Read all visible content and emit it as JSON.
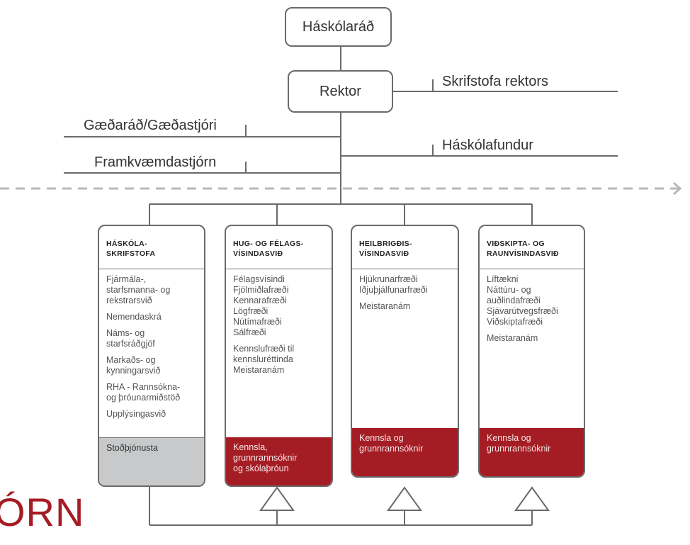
{
  "top": {
    "board": "Háskólaráð",
    "rector": "Rektor"
  },
  "side_right": [
    {
      "label": "Skrifstofa rektors"
    },
    {
      "label": "Háskólafundur"
    }
  ],
  "side_left": [
    {
      "label": "Gæðaráð/Gæðastjóri"
    },
    {
      "label": "Framkvæmdastjórn"
    }
  ],
  "units": [
    {
      "title": "HÁSKÓLA-\nSKRIFSTOFA",
      "groups": [
        "Fjármála-,\nstarfsmanna- og\nrekstrarsvið",
        "Nemendaskrá",
        "Náms- og\nstarfsráðgjöf",
        "Markaðs- og\nkynningarsvið",
        "RHA - Rannsókna-\nog þróunarmiðstöð",
        "Upplýsingasvið"
      ],
      "footer": "Stoðþjónusta",
      "footer_style": "grey"
    },
    {
      "title": "HUG- OG FÉLAGS-\nVÍSINDASVIÐ",
      "groups": [
        "Félagsvísindi\nFjölmiðlafræði\nKennarafræði\nLögfræði\nNútímafræði\nSálfræði",
        "Kennslufræði til\nkennsluréttinda\nMeistaranám"
      ],
      "footer": "Kennsla,\ngrunnrannsóknir\nog skólaþróun",
      "footer_style": "red"
    },
    {
      "title": "HEILBRIGÐIS-\nVÍSINDASVIÐ",
      "groups": [
        "Hjúkrunarfræði\nIðjuþjálfunarfræði",
        "Meistaranám"
      ],
      "footer": "Kennsla og\ngrunnrannsóknir",
      "footer_style": "red"
    },
    {
      "title": "VIÐSKIPTA- OG\nRAUNVÍSINDASVIÐ",
      "groups": [
        "Líftækni\nNáttúru- og\nauðlindafræði\nSjávarútvegsfræði\nViðskiptafræði",
        "Meistaranám"
      ],
      "footer": "Kennsla og\ngrunnrannsóknir",
      "footer_style": "red"
    }
  ],
  "logo": {
    "text": "ÓRN"
  },
  "colors": {
    "accent": "#a51d24",
    "line": "#6a6a6a",
    "dashed": "#b8b8b8",
    "support": "#c8c9ca"
  }
}
